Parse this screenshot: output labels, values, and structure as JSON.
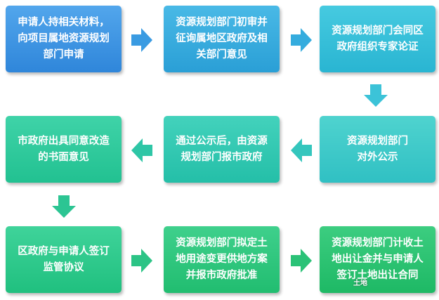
{
  "steps": [
    {
      "lines": [
        "申请人持相关材料，",
        "向项目属地资源规划",
        "部门申请"
      ]
    },
    {
      "lines": [
        "资源规划部门初审并",
        "征询属地区政府及相",
        "关部门意见"
      ]
    },
    {
      "lines": [
        "资源规划部门会同区",
        "政府组织专家论证"
      ]
    },
    {
      "lines": [
        "资源规划部门",
        "对外公示"
      ]
    },
    {
      "lines": [
        "通过公示后，由资源",
        "规划部门报市政府"
      ]
    },
    {
      "lines": [
        "市政府出具同意改造",
        "的书面意见"
      ]
    },
    {
      "lines": [
        "区政府与申请人签订",
        "监管协议"
      ]
    },
    {
      "lines": [
        "资源规划部门拟定土",
        "地用途变更供地方案",
        "并报市政府批准"
      ]
    },
    {
      "lines": [
        "资源规划部门计收土",
        "地出让金并与申请人",
        "签订土地出让合同"
      ]
    }
  ],
  "watermark": "土地"
}
